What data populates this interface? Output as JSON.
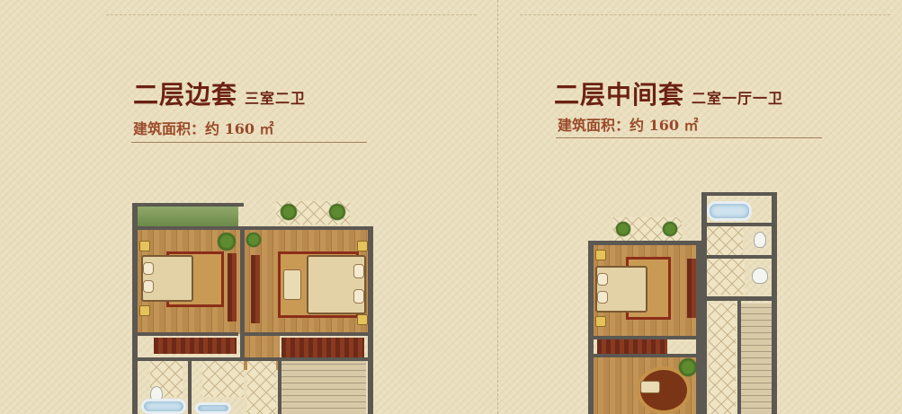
{
  "left_unit": {
    "title": "二层边套",
    "layout": "三室二卫",
    "area_label": "建筑面积：约 160 ㎡"
  },
  "right_unit": {
    "title": "二层中间套",
    "layout": "二室一厅一卫",
    "area_label": "建筑面积：约 160 ㎡"
  },
  "colors": {
    "background": "#eadfbe",
    "title": "#6b2113",
    "area": "#9a4a2a",
    "rule": "#a17e5c"
  }
}
